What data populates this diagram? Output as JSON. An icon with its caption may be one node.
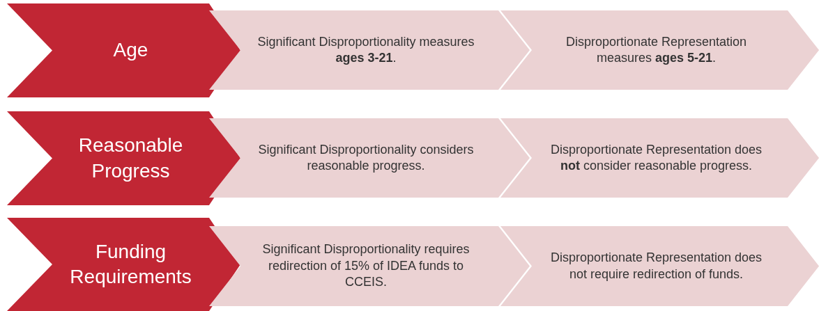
{
  "diagram": {
    "nodes": [
      {
        "text": [
          "Age"
        ]
      },
      {
        "text": [
          "Significant Disproportionality measures **ages 3-21**."
        ]
      },
      {
        "text": [
          "Disproportionate Representation measures **ages 5-21**."
        ]
      },
      {
        "text": [
          "Reasonable Progress"
        ]
      },
      {
        "text": [
          "Significant Disproportionality considers reasonable progress."
        ]
      },
      {
        "text": [
          "Disproportionate Representation does **not** consider reasonable progress."
        ]
      },
      {
        "text": [
          "Funding Requirements"
        ]
      },
      {
        "text": [
          "Significant Disproportionality requires redirection of 15% of IDEA funds to CCEIS."
        ]
      },
      {
        "text": [
          "Disproportionate Representation does not require redirection of funds."
        ]
      }
    ]
  }
}
